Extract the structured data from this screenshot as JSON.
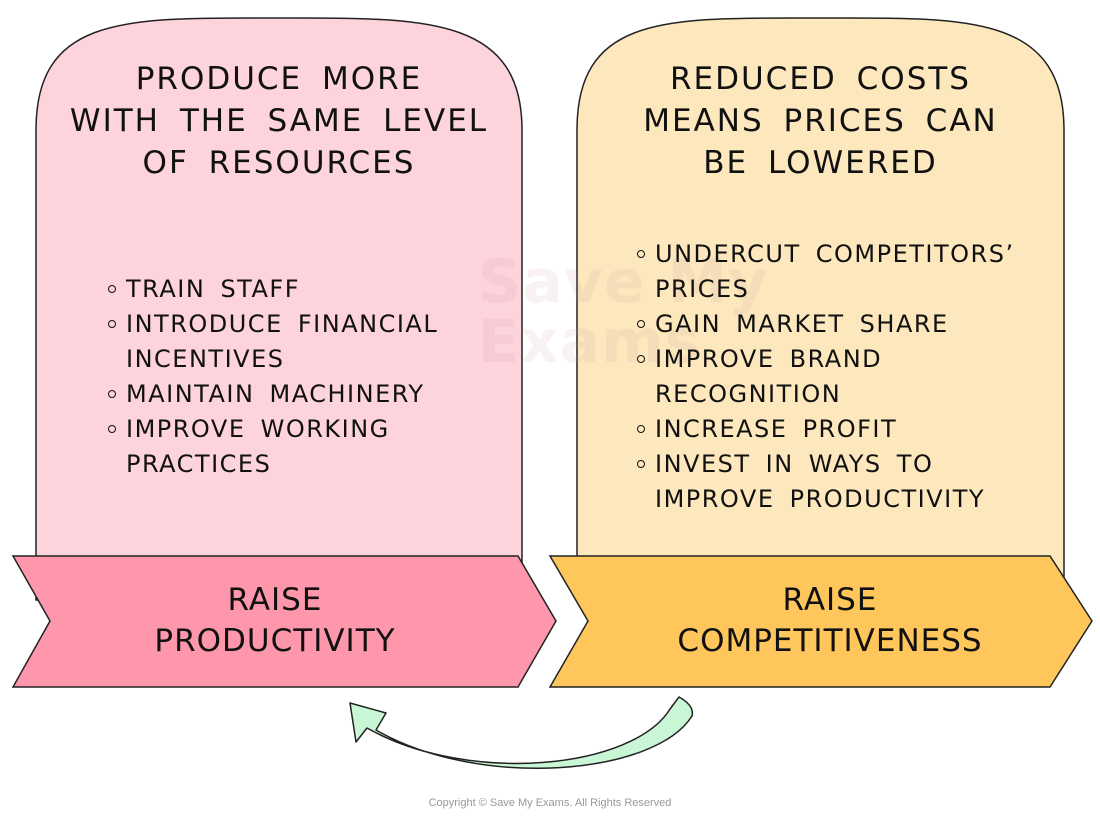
{
  "colors": {
    "left_panel": "#fdd3dc",
    "left_banner": "#fe97ab",
    "right_panel": "#fde7bd",
    "right_banner": "#ffc65c",
    "arrow": "#c9f7d6",
    "outline": "#222222"
  },
  "left": {
    "heading": [
      "PRODUCE MORE",
      "WITH THE SAME LEVEL",
      "OF RESOURCES"
    ],
    "items": [
      "TRAIN STAFF",
      "INTRODUCE FINANCIAL INCENTIVES",
      "MAINTAIN MACHINERY",
      "IMPROVE WORKING PRACTICES"
    ],
    "banner": [
      "RAISE",
      "PRODUCTIVITY"
    ]
  },
  "right": {
    "heading": [
      "REDUCED COSTS",
      "MEANS PRICES CAN",
      "BE LOWERED"
    ],
    "items": [
      "UNDERCUT COMPETITORS’ PRICES",
      "GAIN MARKET SHARE",
      "IMPROVE BRAND RECOGNITION",
      "INCREASE PROFIT",
      "INVEST IN WAYS TO IMPROVE PRODUCTIVITY"
    ],
    "banner": [
      "RAISE",
      "COMPETITIVENESS"
    ]
  },
  "feedback_arrow": {
    "icon": "curved-arrow-icon",
    "direction": "from competitiveness back to productivity"
  },
  "watermark": [
    "Save My",
    "Exams"
  ],
  "copyright": "Copyright © Save My Exams. All Rights Reserved"
}
